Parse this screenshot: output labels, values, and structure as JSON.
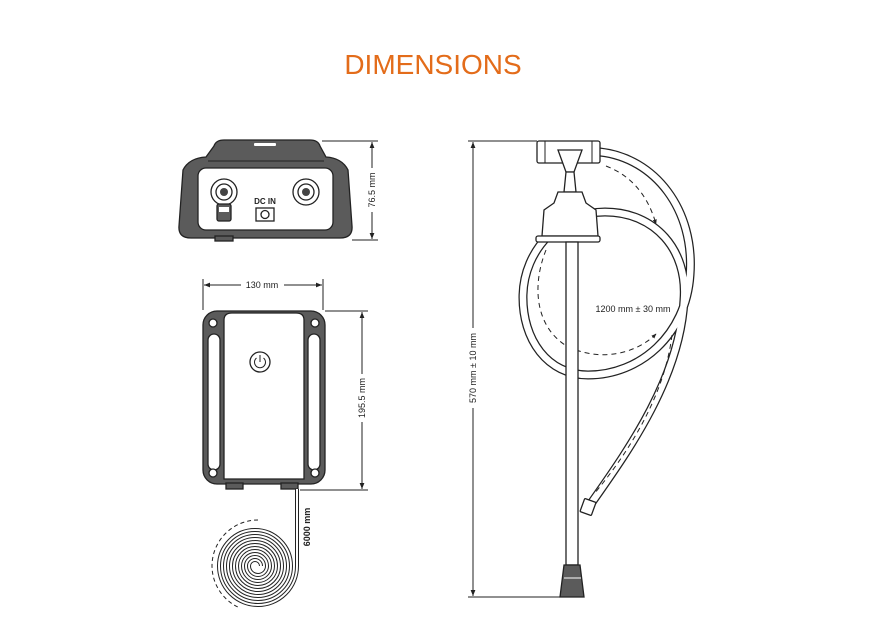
{
  "title": "DIMENSIONS",
  "colors": {
    "title": "#E36C1A",
    "line": "#222222",
    "body_dark": "#5b5b5b"
  },
  "labels": {
    "top_height": "76.5 mm",
    "dc_in": "DC IN",
    "front_width": "130 mm",
    "front_height": "195.5 mm",
    "cable_length": "6000 mm",
    "pump_length": "570 mm ± 10 mm",
    "hose_length": "1200 mm ± 30 mm"
  },
  "icons": [
    "power-icon"
  ]
}
